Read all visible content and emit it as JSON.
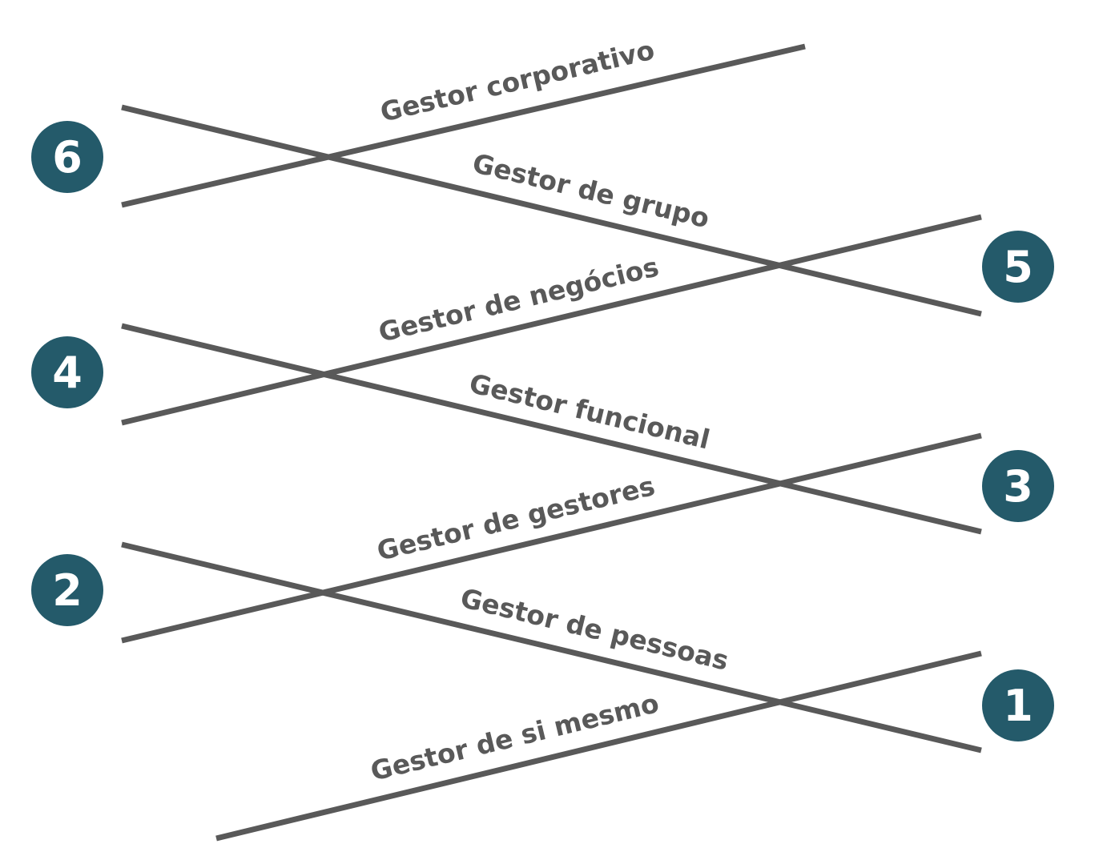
{
  "diagram": {
    "title": "Leadership pipeline",
    "colors": {
      "line": "#595959",
      "badge": "#245a6a",
      "badge_text": "#ffffff"
    },
    "levels": [
      {
        "number": "1",
        "label": "Gestor de si mesmo"
      },
      {
        "number": "2",
        "label": "Gestor de pessoas"
      },
      {
        "number": "2",
        "label": "Gestor de gestores"
      },
      {
        "number": "3",
        "label": "Gestor funcional"
      },
      {
        "number": "4",
        "label": "Gestor de negócios"
      },
      {
        "number": "5",
        "label": "Gestor de grupo"
      },
      {
        "number": "6",
        "label": "Gestor corporativo"
      }
    ],
    "badges": [
      "1",
      "2",
      "3",
      "4",
      "5",
      "6"
    ]
  }
}
